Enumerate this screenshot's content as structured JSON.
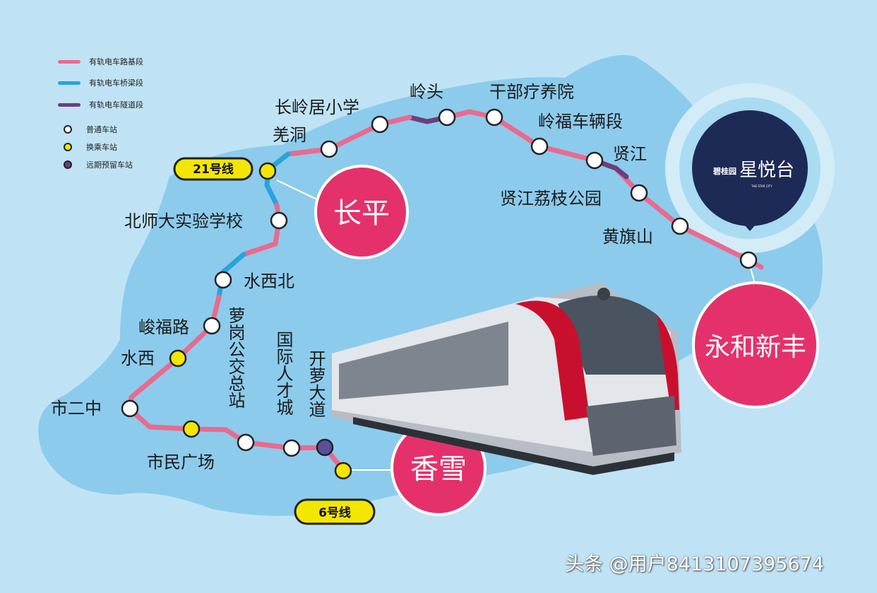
{
  "legend": [
    {
      "kind": "line",
      "color": "#ea6a8e",
      "label": "有轨电车路基段"
    },
    {
      "kind": "line",
      "color": "#2aa3db",
      "label": "有轨电车桥梁段"
    },
    {
      "kind": "line",
      "color": "#6b3f7a",
      "label": "有轨电车隧道段"
    },
    {
      "kind": "dot",
      "color": "#ffffff",
      "label": "普通车站"
    },
    {
      "kind": "dot",
      "color": "#f3e600",
      "label": "换乘车站"
    },
    {
      "kind": "dot",
      "color": "#6b3f7a",
      "label": "远期预留车站"
    }
  ],
  "stations": [
    {
      "id": "yonghe-terminus",
      "type": "normal",
      "label": ""
    },
    {
      "id": "huangqishan",
      "type": "normal",
      "label": "黄旗山"
    },
    {
      "id": "xianjiang-lizhi-park",
      "type": "normal",
      "label": "贤江荔枝公园"
    },
    {
      "id": "xianjiang",
      "type": "normal",
      "label": "贤江"
    },
    {
      "id": "lingfu-depot",
      "type": "normal",
      "label": "岭福车辆段"
    },
    {
      "id": "ganbu-sanatorium",
      "type": "normal",
      "label": "干部疗养院"
    },
    {
      "id": "lingtou",
      "type": "normal",
      "label": "岭头"
    },
    {
      "id": "changlingju-school",
      "type": "normal",
      "label": "长岭居小学"
    },
    {
      "id": "qiangdong",
      "type": "normal",
      "label": "羌洞"
    },
    {
      "id": "line21-transfer",
      "type": "transfer",
      "label": ""
    },
    {
      "id": "bnu-school",
      "type": "normal",
      "label": "北师大实验学校"
    },
    {
      "id": "shuixibei",
      "type": "normal",
      "label": "水西北"
    },
    {
      "id": "junfu-road",
      "type": "normal",
      "label": "峻福路"
    },
    {
      "id": "shuixi",
      "type": "transfer",
      "label": "水西"
    },
    {
      "id": "shierzhong",
      "type": "normal",
      "label": "市二中"
    },
    {
      "id": "citizen-square",
      "type": "transfer",
      "label": "市民广场"
    },
    {
      "id": "luogang-bus-station",
      "type": "normal",
      "label": "萝岗公交总站"
    },
    {
      "id": "intl-talent-city",
      "type": "normal",
      "label": "国际人才城"
    },
    {
      "id": "kailuo-avenue",
      "type": "reserved",
      "label": "开萝大道"
    },
    {
      "id": "line6-transfer",
      "type": "transfer",
      "label": ""
    }
  ],
  "metro_tags": {
    "line21": "21号线",
    "line6": "6号线"
  },
  "districts": {
    "changping": "长平",
    "xiangxue": "香雪",
    "yonghe": "永和新丰"
  },
  "project": {
    "brand": "碧桂园",
    "name": "星悦台",
    "sub": "THE STAR CITY"
  },
  "watermark": "头条 @用户8413107395674",
  "colors": {
    "background": "#bfe3f4",
    "land": "#8ccbec",
    "road": "#ea6a8e",
    "bridge": "#2aa3db",
    "tunnel": "#6b3f7a",
    "transfer": "#f3e600",
    "district": "#e5316b",
    "project": "#1d2a55"
  }
}
